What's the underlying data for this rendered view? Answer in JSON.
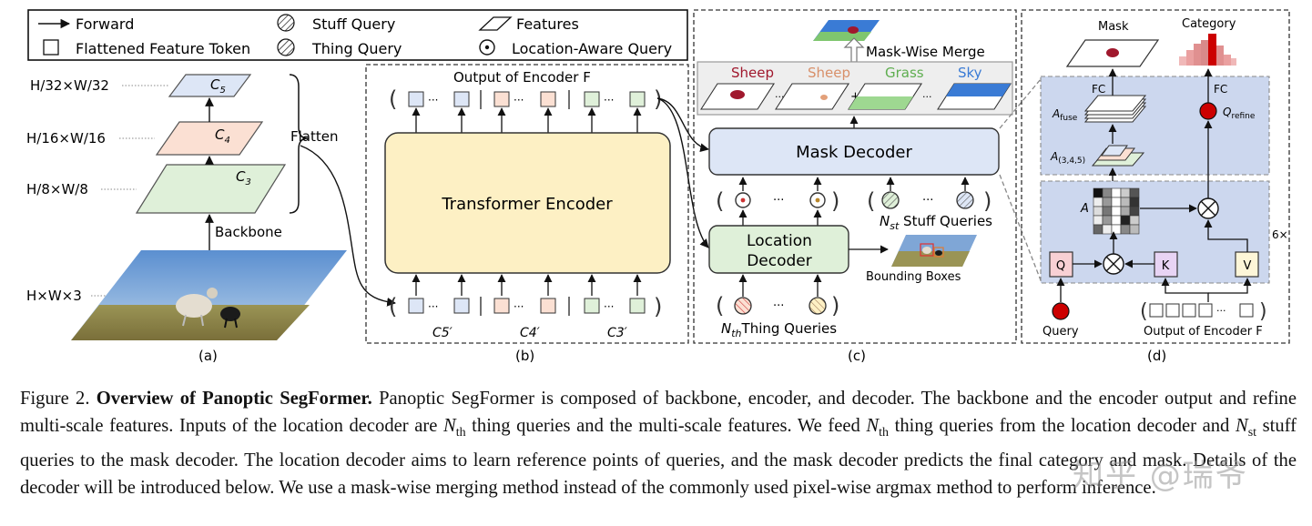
{
  "legend": {
    "forward": "Forward",
    "token": "Flattened Feature Token",
    "stuff": "Stuff Query",
    "thing": "Thing Query",
    "features": "Features",
    "location_query": "Location-Aware Query"
  },
  "panel_a": {
    "label": "(a)",
    "res_c5": "H/32×W/32",
    "res_c4": "H/16×W/16",
    "res_c3": "H/8×W/8",
    "res_in": "H×W×3",
    "c5": "C",
    "c5_sub": "5",
    "c4": "C",
    "c4_sub": "4",
    "c3": "C",
    "c3_sub": "3",
    "backbone": "Backbone",
    "flatten": "Flatten"
  },
  "panel_b": {
    "label": "(b)",
    "output_title": "Output of Encoder F",
    "encoder": "Transformer Encoder",
    "c5p": "C5′",
    "c4p": "C4′",
    "c3p": "C3′",
    "dots": "···"
  },
  "panel_c": {
    "label": "(c)",
    "merge": "Mask-Wise Merge",
    "mask_decoder": "Mask Decoder",
    "location_decoder_1": "Location",
    "location_decoder_2": "Decoder",
    "bbox": "Bounding Boxes",
    "stuff_queries": "N",
    "stuff_sub": "st",
    "stuff_text": " Stuff Queries",
    "thing_queries": "N",
    "thing_sub": "th",
    "thing_text": "Thing Queries",
    "cls1": "Sheep",
    "cls2": "Sheep",
    "cls3": "Grass",
    "cls4": "Sky",
    "dots": "···",
    "plus": "+"
  },
  "panel_d": {
    "label": "(d)",
    "mask": "Mask",
    "category": "Category",
    "fc1": "FC",
    "fc2": "FC",
    "a_fuse": "A",
    "a_fuse_sub": "fuse",
    "a_345": "A",
    "a_345_sub": "(3,4,5)",
    "a": "A",
    "q_refine": "Q",
    "q_refine_sub": "refine",
    "repeat": "6×",
    "q": "Q",
    "k": "K",
    "v": "V",
    "query": "Query",
    "output_enc": "Output of Encoder F",
    "dots": "···"
  },
  "caption": {
    "lead": "Figure 2. ",
    "bold": "Overview of Panoptic SegFormer.",
    "t1": " Panoptic SegFormer is composed of backbone, encoder, and decoder. The backbone and the encoder output and refine multi-scale features. Inputs of the location decoder are ",
    "n1": "N",
    "n1s": "th",
    "t2": " thing queries and the multi-scale features. We feed ",
    "n2": "N",
    "n2s": "th",
    "t3": " thing queries from the location decoder and ",
    "n3": "N",
    "n3s": "st",
    "t4": " stuff queries to the mask decoder. The location decoder aims to learn reference points of queries, and the mask decoder predicts the final category and mask. Details of the decoder will be introduced below. We use a mask-wise merging method instead of the commonly used pixel-wise argmax method to perform inference."
  },
  "watermark": "知乎 @瑞爷",
  "colors": {
    "blue": "#dde6f6",
    "orange": "#fbe0d3",
    "green": "#dff0d9",
    "yellow": "#fdf0c4",
    "decoder": "#dde6f6",
    "panel_d_bg": "#ccd7ee",
    "red": "#cc0000",
    "q_box": "#f8d0d4",
    "k_box": "#e8d4f4",
    "v_box": "#fdf6d8"
  }
}
